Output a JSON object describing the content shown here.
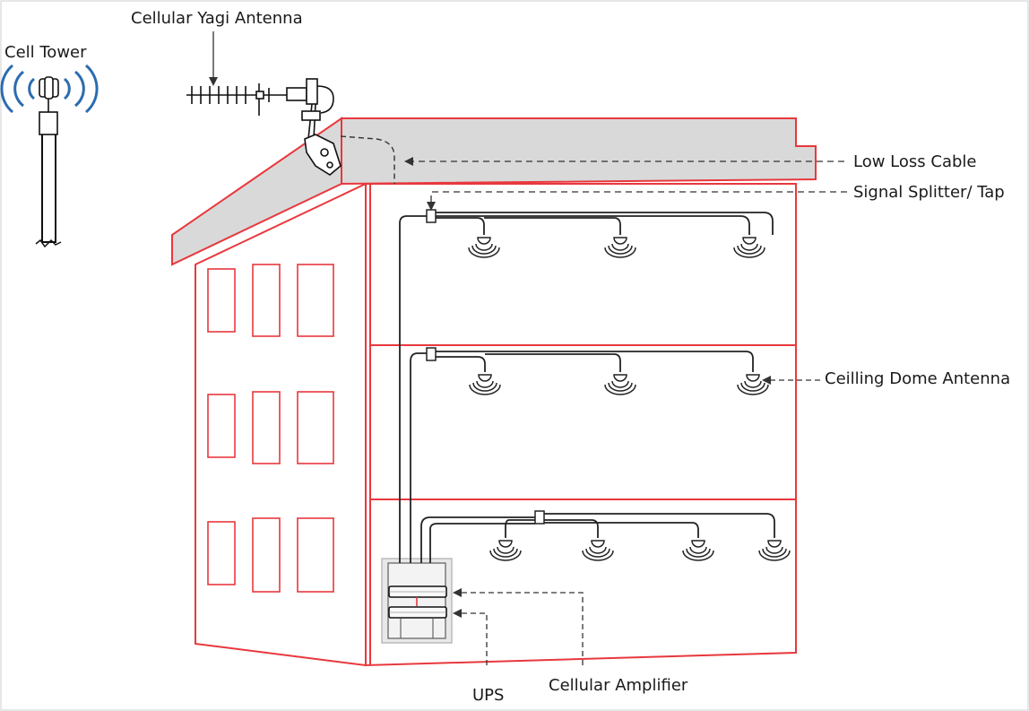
{
  "labels": {
    "cell_tower": "Cell Tower",
    "yagi_antenna": "Cellular Yagi Antenna",
    "low_loss_cable": "Low Loss Cable",
    "signal_splitter": "Signal Splitter/ Tap",
    "ceiling_dome": "Ceilling Dome Antenna",
    "ups": "UPS",
    "cellular_amplifier": "Cellular Amplifier"
  },
  "colors": {
    "building_outline": "#e8383d",
    "roof_fill": "#d9d9d9",
    "cable": "#222222",
    "callout": "#333333",
    "signal_waves": "#2b6cb0"
  }
}
